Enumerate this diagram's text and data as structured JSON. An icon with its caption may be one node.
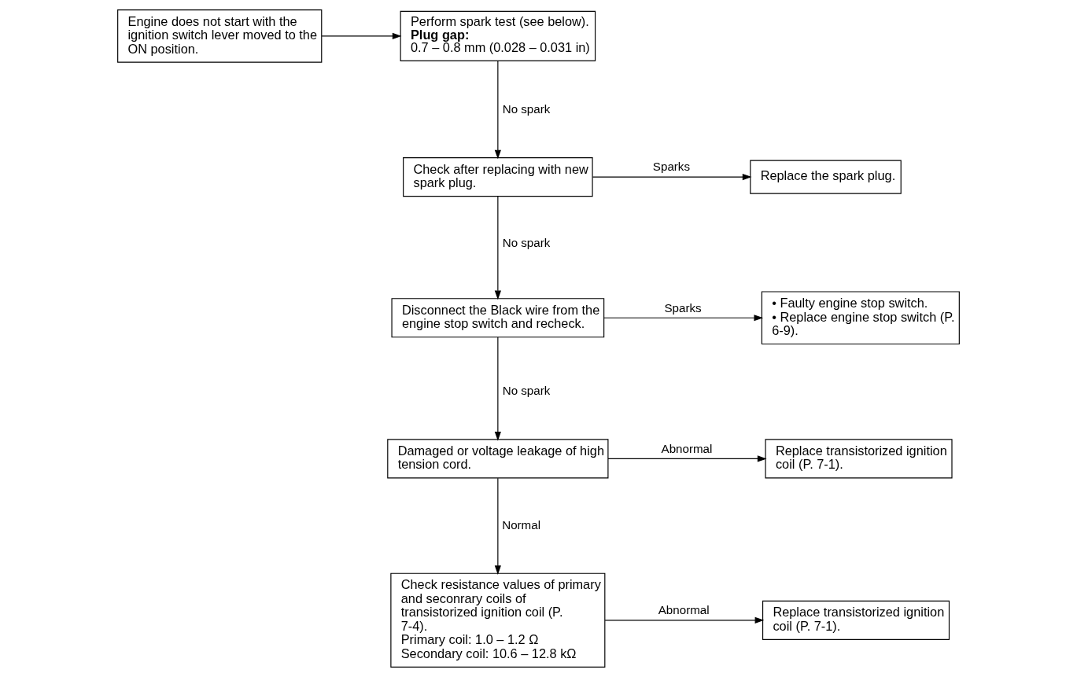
{
  "diagram": {
    "nodes": [
      {
        "text": [
          "Engine does not start with the ignition switch lever moved to the ON position."
        ]
      },
      {
        "text": [
          "Perform spark test (see below).",
          "Plug gap:",
          "0.7 – 0.8 mm (0.028 – 0.031 in)"
        ]
      },
      {
        "text": [
          "Check after replacing with new spark plug."
        ]
      },
      {
        "text": [
          "Replace the spark plug."
        ]
      },
      {
        "text": [
          "Disconnect the Black wire from the engine stop switch and recheck."
        ]
      },
      {
        "text": [
          "• Faulty engine stop switch.",
          "• Replace engine stop switch (P. 6-9)."
        ]
      },
      {
        "text": [
          "Damaged or voltage leakage of high tension cord."
        ]
      },
      {
        "text": [
          "Replace transistorized ignition coil (P. 7-1)."
        ]
      },
      {
        "text": [
          "Check resistance values of primary and seconrary coils of transistorized ignition coil (P. 7-4).",
          "Primary coil: 1.0 – 1.2 Ω",
          "Secondary coil: 10.6 – 12.8 kΩ"
        ]
      },
      {
        "text": [
          "Replace transistorized ignition coil (P. 7-1)."
        ]
      }
    ],
    "edges": [
      {
        "from": 0,
        "to": 1,
        "arrow": "to"
      },
      {
        "from": 1,
        "to": 2,
        "arrow": "to",
        "label": "No spark"
      },
      {
        "from": 2,
        "to": 3,
        "arrow": "to",
        "label": "Sparks"
      },
      {
        "from": 2,
        "to": 4,
        "arrow": "to",
        "label": "No spark"
      },
      {
        "from": 4,
        "to": 5,
        "arrow": "to",
        "label": "Sparks"
      },
      {
        "from": 4,
        "to": 6,
        "arrow": "to",
        "label": "No spark"
      },
      {
        "from": 6,
        "to": 7,
        "arrow": "to",
        "label": "Abnormal"
      },
      {
        "from": 6,
        "to": 8,
        "arrow": "to",
        "label": "Normal"
      },
      {
        "from": 8,
        "to": 9,
        "arrow": "to",
        "label": "Abnormal"
      }
    ]
  }
}
